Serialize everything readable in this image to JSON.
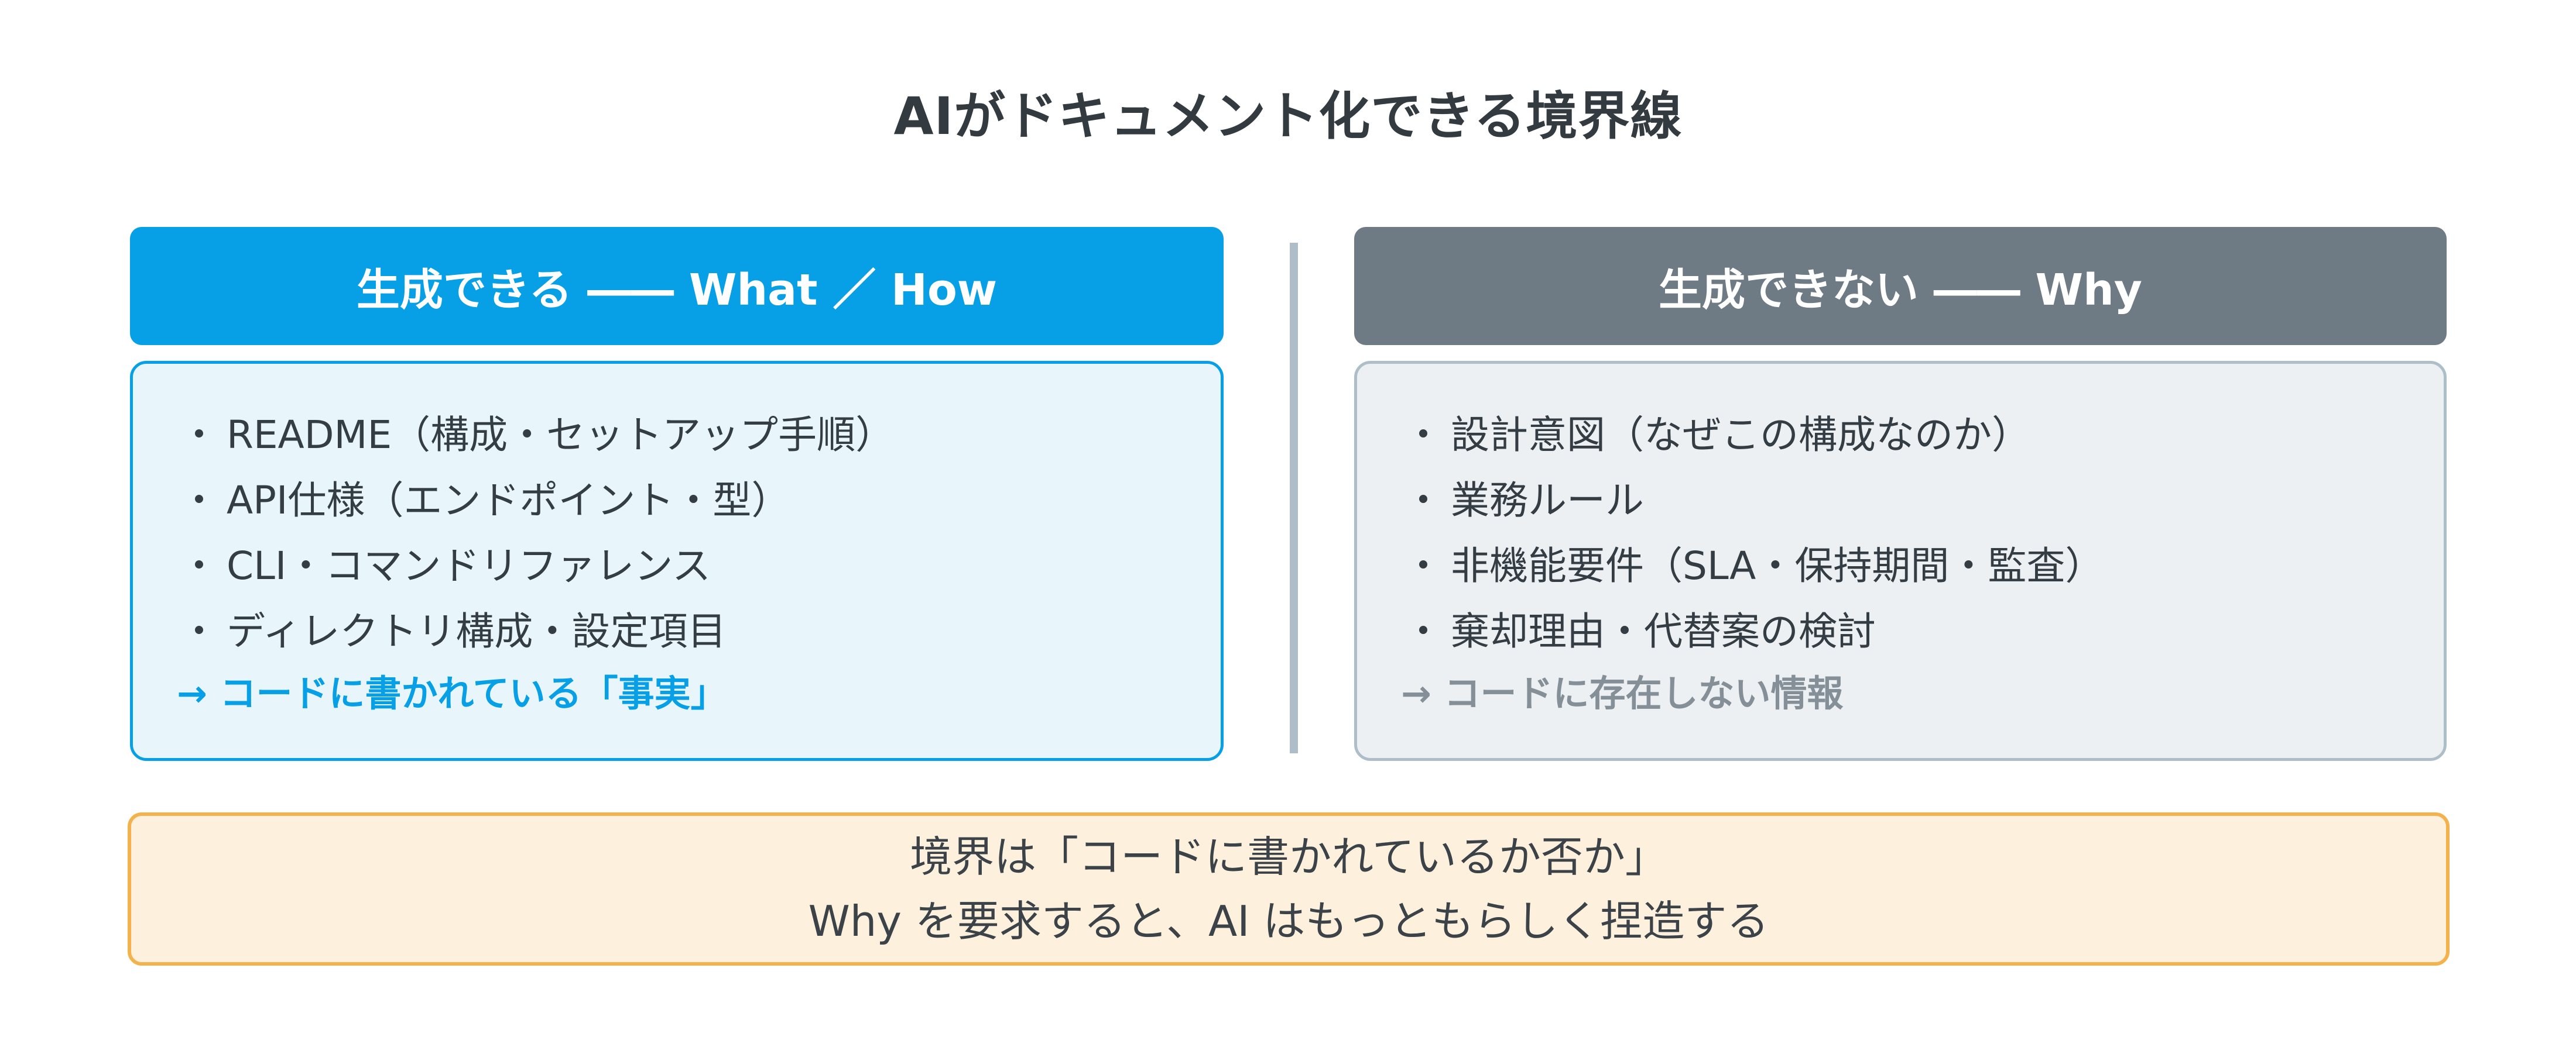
{
  "title": "AIがドキュメント化できる境界線",
  "left": {
    "header": "生成できる ―― What ／ How",
    "items": [
      "README（構成・セットアップ手順）",
      "API仕様（エンドポイント・型）",
      "CLI・コマンドリファレンス",
      "ディレクトリ構成・設定項目"
    ],
    "conclusion": "→ コードに書かれている「事実」"
  },
  "right": {
    "header": "生成できない ―― Why",
    "items": [
      "設計意図（なぜこの構成なのか）",
      "業務ルール",
      "非機能要件（SLA・保持期間・監査）",
      "棄却理由・代替案の検討"
    ],
    "conclusion": "→ コードに存在しない情報"
  },
  "bullet": "・",
  "footer": {
    "line1": "境界は「コードに書かれているか否か」",
    "line2": "Why を要求すると、AI はもっともらしく捏造する"
  },
  "colors": {
    "left_accent": "#079fe5",
    "right_accent": "#6f7b84",
    "footer_border": "#f4b24e",
    "footer_bg": "#fdf0dc"
  }
}
